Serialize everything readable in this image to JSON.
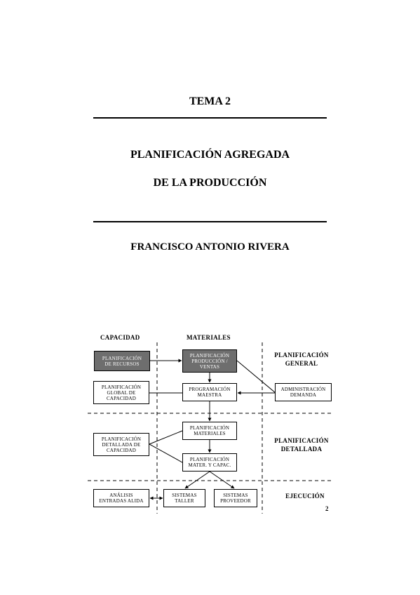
{
  "document": {
    "tema": "TEMA 2",
    "title_line1": "PLANIFICACIÓN AGREGADA",
    "title_line2": "DE LA PRODUCCIÓN",
    "author": "FRANCISCO  ANTONIO  RIVERA",
    "page_number": "2"
  },
  "diagram": {
    "column_headers": {
      "capacidad": "CAPACIDAD",
      "materiales": "MATERIALES"
    },
    "side_labels": {
      "general_1": "PLANIFICACIÓN",
      "general_2": "GENERAL",
      "detallada_1": "PLANIFICACIÓN",
      "detallada_2": "DETALLADA",
      "ejecucion": "EJECUCIÓN"
    },
    "boxes": {
      "plan_recursos": [
        "PLANIFICACIÓN",
        "DE RECURSOS"
      ],
      "plan_produccion": [
        "PLANIFICACIÓN",
        "PRODUCCIÓN /",
        "VENTAS"
      ],
      "plan_global": [
        "PLANIFICACIÓN",
        "GLOBAL DE",
        "CAPACIDAD"
      ],
      "programacion_maestra": [
        "PROGRAMACIÓN",
        "MAESTRA"
      ],
      "administracion_demanda": [
        "ADMINISTRACIÓN",
        "DEMANDA"
      ],
      "plan_materiales": [
        "PLANIFICACIÓN",
        "MATERIALES"
      ],
      "plan_detallada": [
        "PLANIFICACIÓN",
        "DETALLADA DE",
        "CAPACIDAD"
      ],
      "plan_mater_capac": [
        "PLANIFICACIÓN",
        "MATER. Y CAPAC."
      ],
      "analisis": [
        "ANÁLISIS",
        "ENTRADAS ALIDA"
      ],
      "sistemas_taller": [
        "SISTEMAS",
        "TALLER"
      ],
      "sistemas_proveedor": [
        "SISTEMAS",
        "PROVEEDOR"
      ]
    },
    "colors": {
      "dark_box": "#6e6e6e",
      "line": "#000000"
    }
  }
}
